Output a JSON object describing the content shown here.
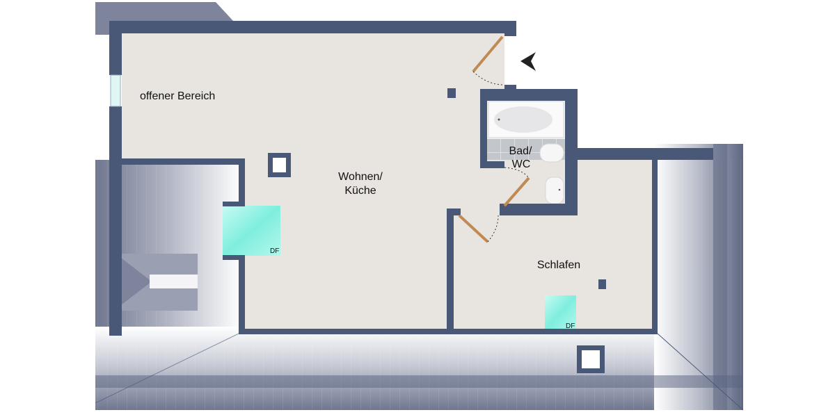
{
  "rooms": {
    "open_area": "offener Bereich",
    "living_kitchen_line1": "Wohnen/",
    "living_kitchen_line2": "Küche",
    "bath_line1": "Bad/",
    "bath_line2": "WC",
    "bedroom": "Schlafen"
  },
  "skylights": {
    "living": "DF",
    "bedroom": "DF"
  },
  "icons": {
    "entrance": "entrance-arrow-icon"
  },
  "colors": {
    "wall": "#4a5877",
    "floor": "#e8e4df",
    "roof": "#8c93a6",
    "door": "#c08a55",
    "skylight": "#8ff0e0"
  }
}
